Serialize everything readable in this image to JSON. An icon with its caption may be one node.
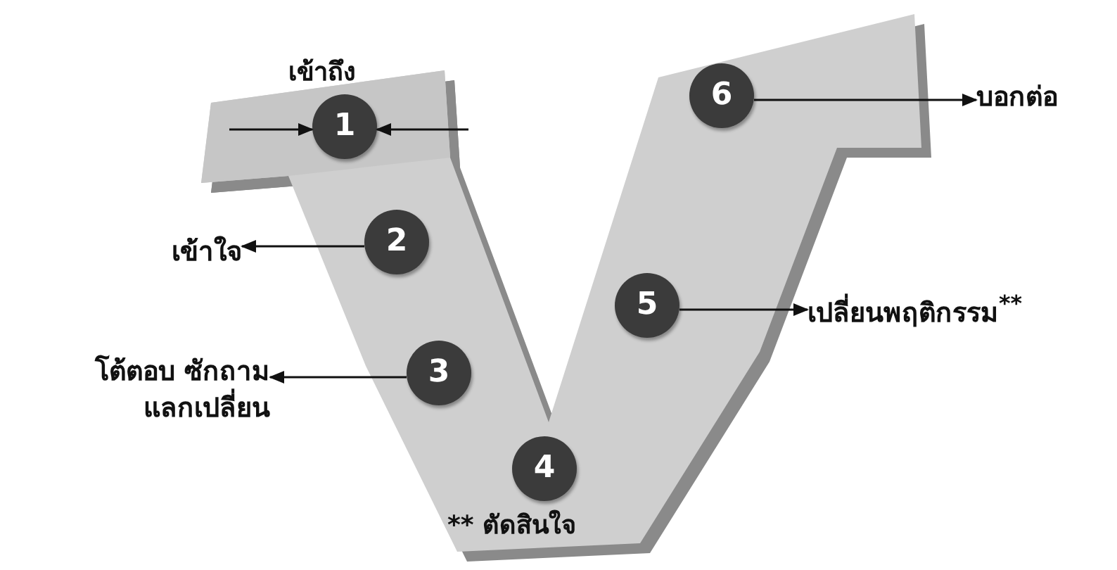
{
  "diagram": {
    "nodes": [
      {
        "text": [],
        "shape": "band"
      },
      {
        "text": [
          "1"
        ],
        "beside": [
          "เข้าถึง"
        ],
        "in": 0
      },
      {
        "text": [
          "2"
        ],
        "in": 0
      },
      {
        "text": [
          "เข้าใจ"
        ]
      },
      {
        "text": [
          "3"
        ],
        "in": 0
      },
      {
        "text": [
          "โต้ตอบ ซักถาม แลกเปลี่ยน"
        ]
      },
      {
        "text": [
          "4"
        ],
        "beside": [
          "** ตัดสินใจ"
        ],
        "in": 0
      },
      {
        "text": [
          "5"
        ],
        "in": 0
      },
      {
        "text": [
          "เปลี่ยนพฤติกรรม$^{**}$"
        ]
      },
      {
        "text": [
          "6"
        ],
        "in": 0
      },
      {
        "text": [
          "บอกต่อ"
        ]
      }
    ],
    "edges": [
      {
        "from": null,
        "to": 1,
        "arrow": "to"
      },
      {
        "from": null,
        "to": 1,
        "arrow": "to"
      },
      {
        "from": 2,
        "to": 3,
        "arrow": "to"
      },
      {
        "from": 4,
        "to": 5,
        "arrow": "to"
      },
      {
        "from": 7,
        "to": 8,
        "arrow": "to"
      },
      {
        "from": 9,
        "to": 10,
        "arrow": "to"
      }
    ]
  }
}
